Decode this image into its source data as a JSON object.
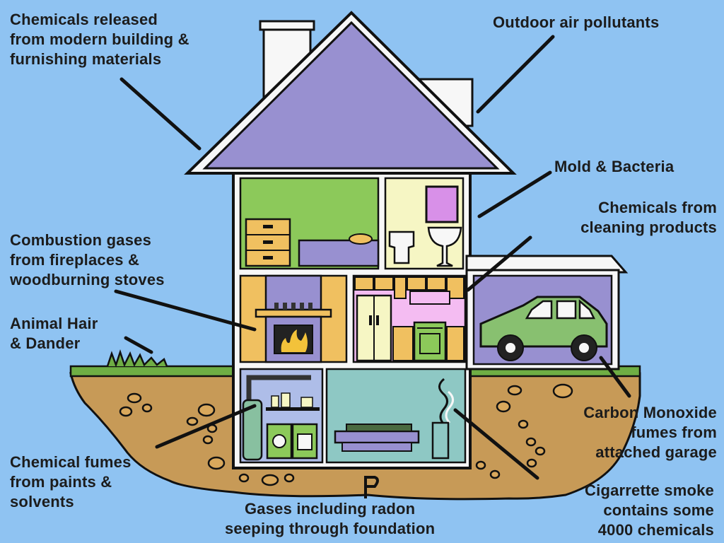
{
  "diagram": {
    "labels": {
      "chemicals_released": "Chemicals released\nfrom modern building &\nfurnishing materials",
      "outdoor_air": "Outdoor air pollutants",
      "mold_bacteria": "Mold & Bacteria",
      "cleaning_products": "Chemicals from\ncleaning products",
      "combustion_gases": "Combustion gases\nfrom fireplaces &\nwoodburning stoves",
      "animal_hair": "Animal Hair\n& Dander",
      "carbon_monoxide": "Carbon Monoxide\nfumes from\nattached garage",
      "chemical_fumes": "Chemical fumes\nfrom paints &\nsolvents",
      "radon": "Gases including radon\nseeping through foundation",
      "cigarette_smoke": "Cigarrette smoke\ncontains some\n4000 chemicals"
    },
    "colors": {
      "sky": "#8fc3f2",
      "roof": "#9890d0",
      "grass": "#6fae44",
      "soil": "#c79a57",
      "bedroom_wall": "#8cc95a",
      "bathroom_wall": "#f6f6c4",
      "living_wall": "#f0c060",
      "kitchen_wall": "#f4bcf2",
      "garage_wall": "#9890d0",
      "utility_wall": "#aebde8",
      "basement_wall": "#8ec8c4",
      "car": "#88c070"
    }
  }
}
